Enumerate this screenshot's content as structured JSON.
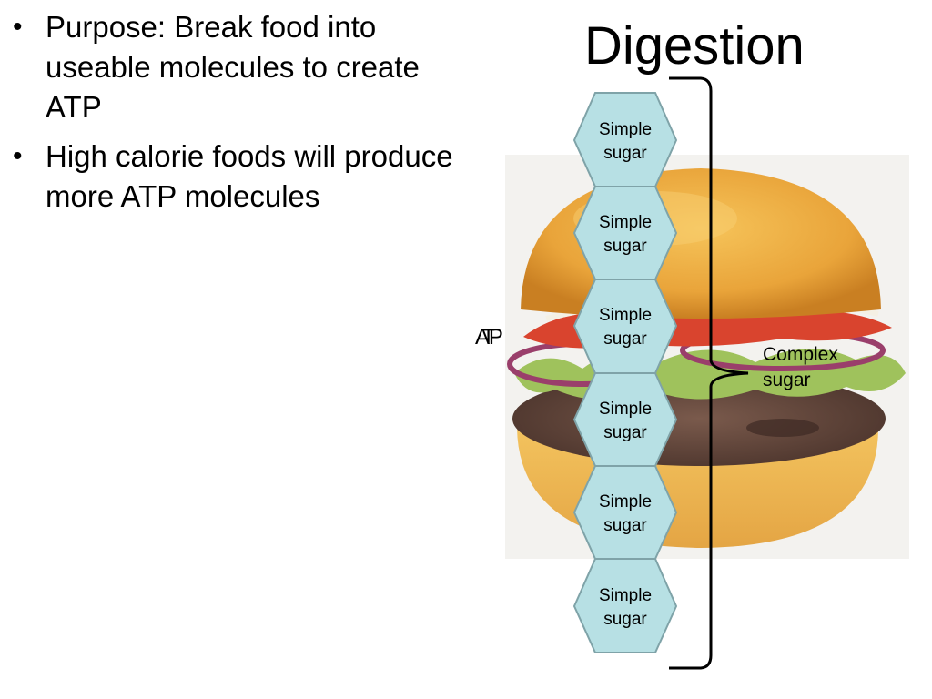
{
  "slide": {
    "title": "Digestion",
    "bullets": [
      "Purpose: Break food into useable molecules to create ATP",
      "High calorie foods will produce more ATP molecules"
    ]
  },
  "diagram": {
    "atp_label": "ATP",
    "complex_label": "Complex sugar",
    "chain": [
      {
        "line1": "Simple",
        "line2": "sugar"
      },
      {
        "line1": "Simple",
        "line2": "sugar"
      },
      {
        "line1": "Simple",
        "line2": "sugar"
      },
      {
        "line1": "Simple",
        "line2": "sugar"
      },
      {
        "line1": "Simple",
        "line2": "sugar"
      },
      {
        "line1": "Simple",
        "line2": "sugar"
      }
    ]
  },
  "colors": {
    "hex_fill": "#b7e0e4",
    "hex_stroke": "#7fa3a8",
    "bun": "#e9a43a"
  }
}
